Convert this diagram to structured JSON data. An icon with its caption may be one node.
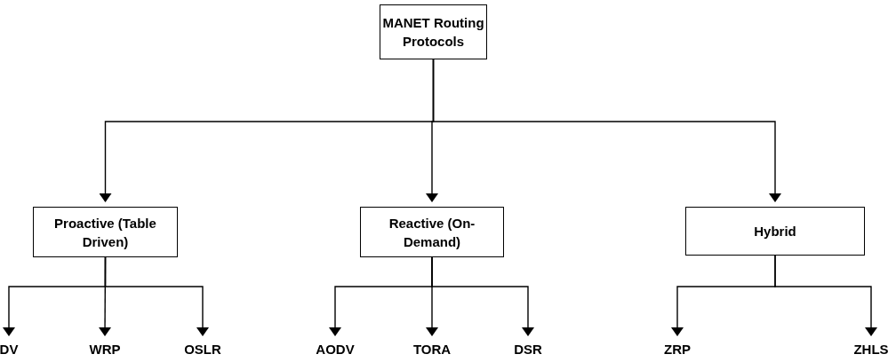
{
  "diagram": {
    "nodes": [
      {
        "text": [
          "MANET Routing Protocols"
        ]
      },
      {
        "text": [
          "Proactive (Table Driven)"
        ]
      },
      {
        "text": [
          "Reactive (On-Demand)"
        ]
      },
      {
        "text": [
          "Hybrid"
        ]
      },
      {
        "text": [
          "DV"
        ]
      },
      {
        "text": [
          "WRP"
        ]
      },
      {
        "text": [
          "OSLR"
        ]
      },
      {
        "text": [
          "AODV"
        ]
      },
      {
        "text": [
          "TORA"
        ]
      },
      {
        "text": [
          "DSR"
        ]
      },
      {
        "text": [
          "ZRP"
        ]
      },
      {
        "text": [
          "ZHLS"
        ]
      }
    ],
    "edges": [
      {
        "from": 0,
        "to": 1,
        "arrow": "to"
      },
      {
        "from": 0,
        "to": 2,
        "arrow": "to"
      },
      {
        "from": 0,
        "to": 3,
        "arrow": "to"
      },
      {
        "from": 1,
        "to": 4,
        "arrow": "to"
      },
      {
        "from": 1,
        "to": 5,
        "arrow": "to"
      },
      {
        "from": 1,
        "to": 6,
        "arrow": "to"
      },
      {
        "from": 2,
        "to": 7,
        "arrow": "to"
      },
      {
        "from": 2,
        "to": 8,
        "arrow": "to"
      },
      {
        "from": 2,
        "to": 9,
        "arrow": "to"
      },
      {
        "from": 3,
        "to": 10,
        "arrow": "to"
      },
      {
        "from": 3,
        "to": 11,
        "arrow": "to"
      }
    ]
  }
}
